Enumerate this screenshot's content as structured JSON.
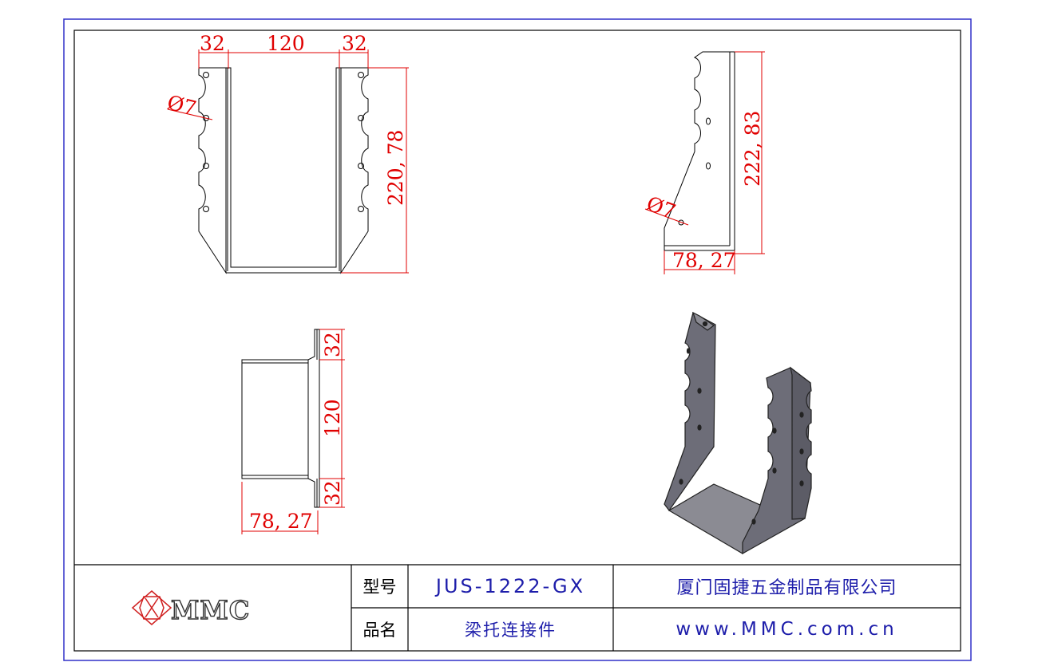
{
  "drawing": {
    "front_view": {
      "dim_left_flange": "32",
      "dim_width": "120",
      "dim_right_flange": "32",
      "dim_height": "220, 78",
      "dim_hole": "Ø7"
    },
    "side_view": {
      "dim_height": "222, 83",
      "dim_depth": "78, 27",
      "dim_hole": "Ø7"
    },
    "top_view": {
      "dim_top_flange": "32",
      "dim_width": "120",
      "dim_bottom_flange": "32",
      "dim_depth": "78, 27"
    },
    "colors": {
      "frame_outer": "#3030c8",
      "frame_inner": "#000000",
      "dimension": "#e00000",
      "part_3d": "#6d6d78"
    }
  },
  "title_block": {
    "logo_text": "MMC",
    "model_label": "型号",
    "model_value": "JUS-1222-GX",
    "name_label": "品名",
    "name_value": "梁托连接件",
    "company": "厦门固捷五金制品有限公司",
    "website": "www.MMC.com.cn"
  }
}
